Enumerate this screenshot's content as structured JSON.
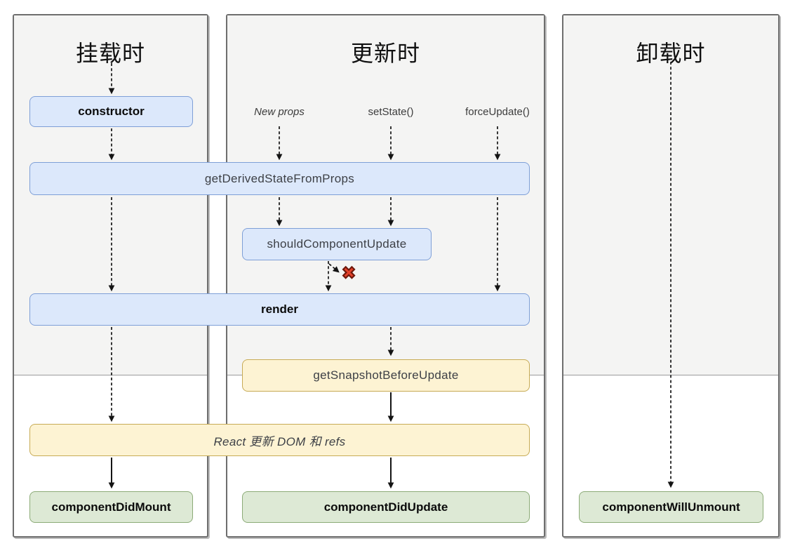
{
  "columns": [
    {
      "id": "mount",
      "title": "挂载时"
    },
    {
      "id": "update",
      "title": "更新时"
    },
    {
      "id": "unmount",
      "title": "卸载时"
    }
  ],
  "update_triggers": [
    {
      "id": "new-props",
      "label": "New props"
    },
    {
      "id": "set-state",
      "label": "setState()"
    },
    {
      "id": "force-update",
      "label": "forceUpdate()"
    }
  ],
  "nodes": {
    "constructor": {
      "label": "constructor"
    },
    "get_derived": {
      "label": "getDerivedStateFromProps"
    },
    "should_update": {
      "label": "shouldComponentUpdate"
    },
    "render": {
      "label": "render"
    },
    "get_snapshot": {
      "label": "getSnapshotBeforeUpdate"
    },
    "react_updates": {
      "label": "React 更新 DOM 和 refs"
    },
    "did_mount": {
      "label": "componentDidMount"
    },
    "did_update": {
      "label": "componentDidUpdate"
    },
    "will_unmount": {
      "label": "componentWillUnmount"
    }
  },
  "icons": {
    "cancel": "✖"
  },
  "colors": {
    "method_box_fill": "#dce8fb",
    "method_box_border": "#7e9fd7",
    "side_effect_fill": "#fdf3d3",
    "side_effect_border": "#c7ab55",
    "commit_box_fill": "#dde9d5",
    "commit_box_border": "#8cab77",
    "render_phase_bg": "#f4f4f3",
    "cancel_x": "#e2402a",
    "arrow": "#141414"
  }
}
